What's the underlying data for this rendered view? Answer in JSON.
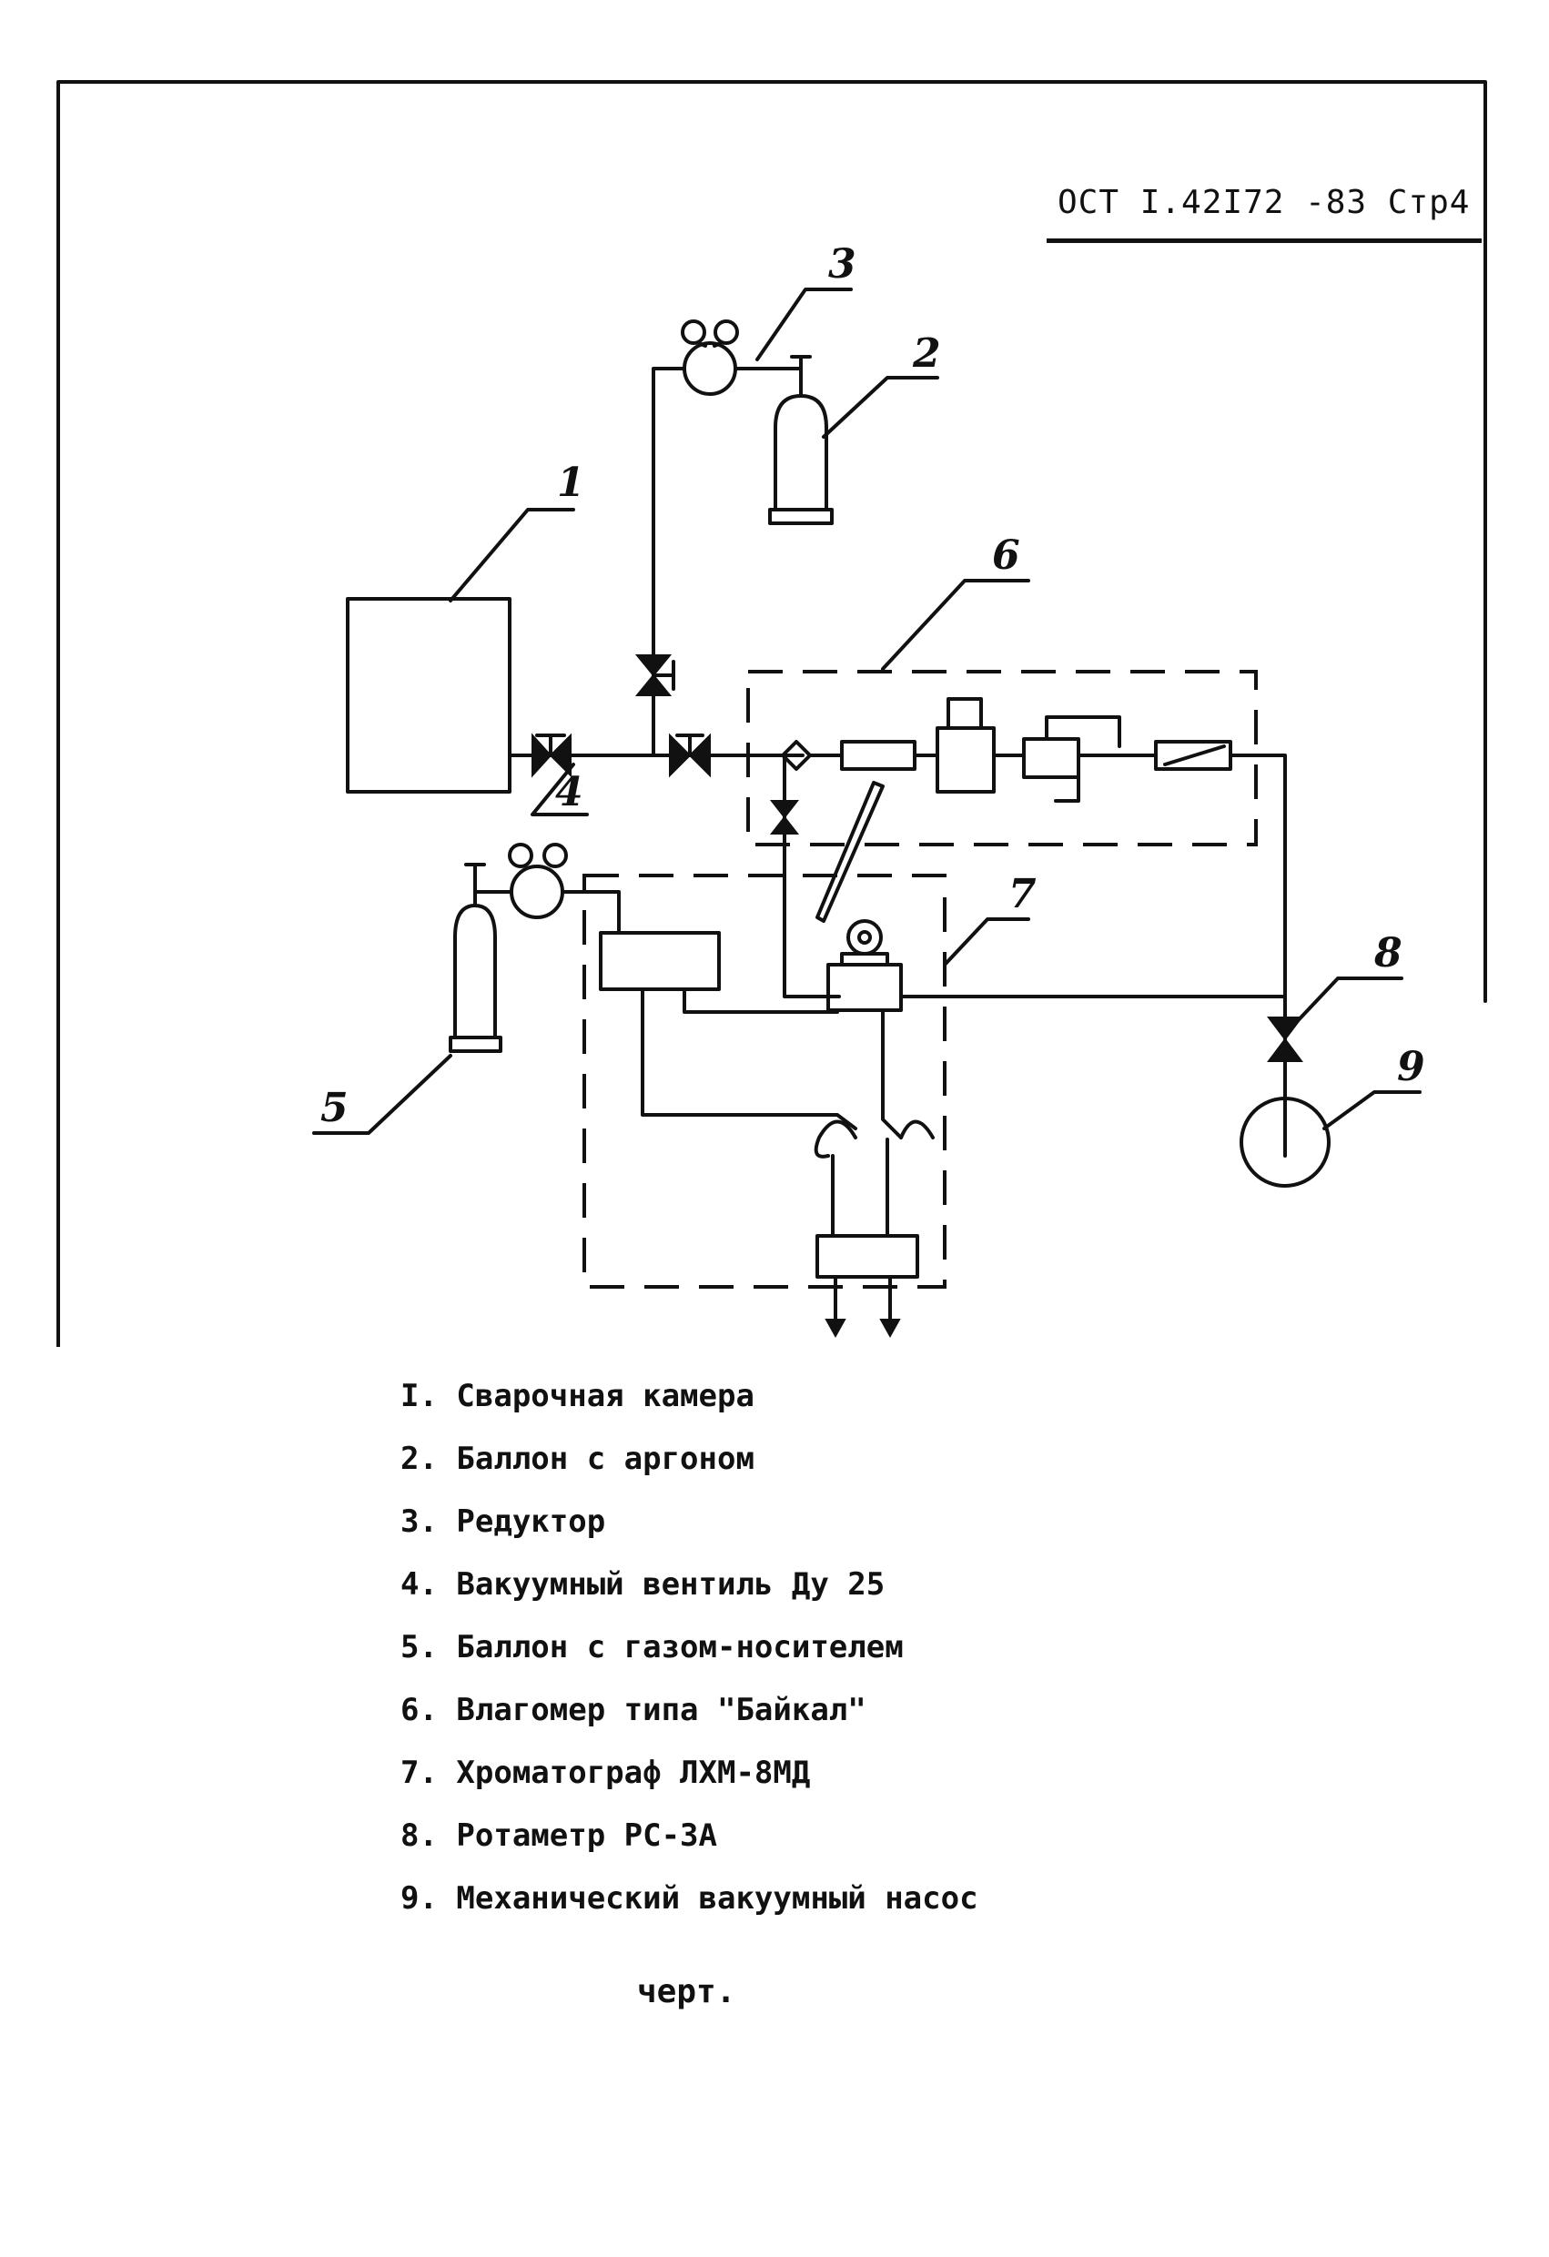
{
  "header": {
    "code": "ОСТ I.42I72 -83 Стр4"
  },
  "labels": [
    "1",
    "2",
    "3",
    "4",
    "5",
    "6",
    "7",
    "8",
    "9"
  ],
  "legend": [
    "I. Сварочная камера",
    "2. Баллон с аргоном",
    "3. Редуктор",
    "4. Вакуумный вентиль Ду 25",
    "5. Баллон с газом-носителем",
    "6. Влагомер типа \"Байкал\"",
    "7. Хроматограф ЛХМ-8МД",
    "8. Ротаметр РС-3А",
    "9. Механический вакуумный насос"
  ],
  "caption": "черт."
}
